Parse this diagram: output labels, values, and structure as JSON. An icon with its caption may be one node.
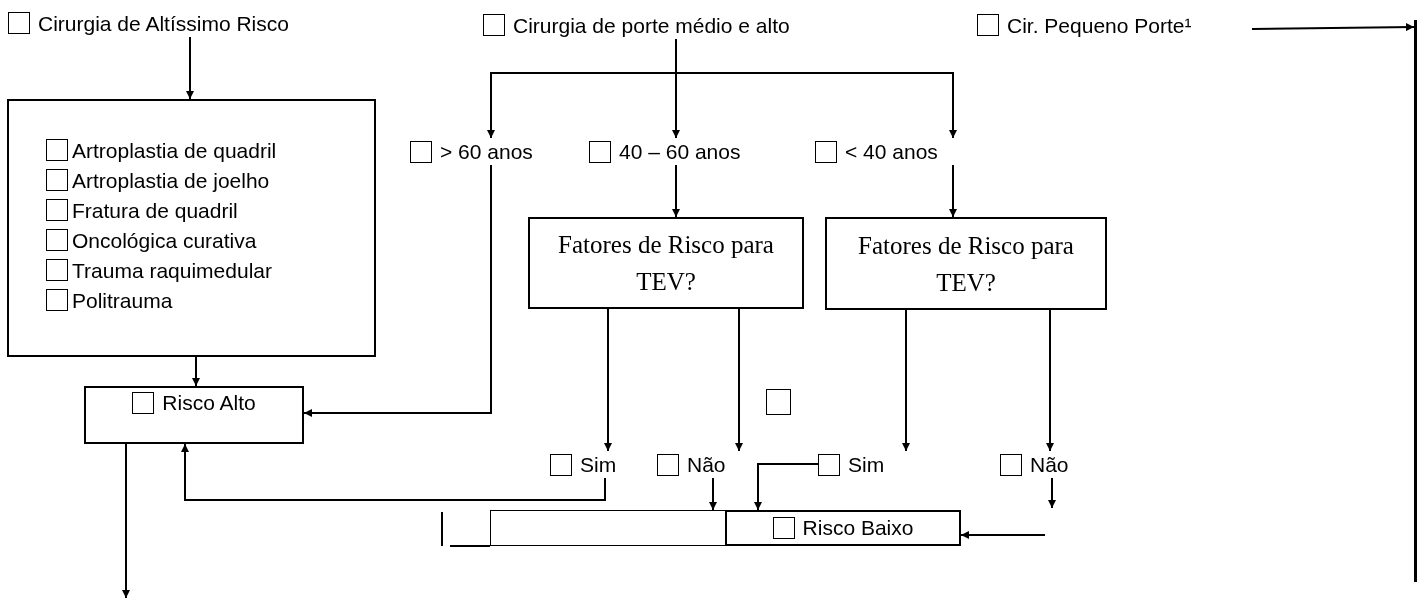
{
  "diagram": {
    "nodes": [
      {
        "text": [
          "Cirurgia de Altíssimo Risco"
        ]
      },
      {
        "text": [
          "Artroplastia de quadril",
          "Artroplastia de joelho",
          "Fratura de quadril",
          "Oncológica curativa",
          "Trauma raquimedular",
          "Politrauma"
        ]
      },
      {
        "text": [
          "Cirurgia de porte médio e alto"
        ]
      },
      {
        "text": [
          "Cir. Pequeno Porte¹"
        ]
      },
      {
        "text": [
          "> 60 anos"
        ]
      },
      {
        "text": [
          "40 – 60 anos"
        ]
      },
      {
        "text": [
          "< 40 anos"
        ]
      },
      {
        "text": [
          "Fatores de Risco para TEV?"
        ]
      },
      {
        "text": [
          "Fatores de Risco para TEV?"
        ]
      },
      {
        "text": [
          "Risco Alto"
        ]
      },
      {
        "text": [],
        "shape": "box"
      },
      {
        "text": [
          "Sim"
        ]
      },
      {
        "text": [
          "Não"
        ]
      },
      {
        "text": [
          "Sim"
        ]
      },
      {
        "text": [
          "Não"
        ]
      },
      {
        "text": [],
        "shape": "box"
      },
      {
        "text": [
          "Risco Baixo"
        ]
      },
      {
        "text": [],
        "shape": "bar"
      }
    ],
    "edges": [
      {
        "from": 0,
        "to": 1,
        "arrow": "to"
      },
      {
        "from": 1,
        "to": 9,
        "arrow": "to"
      },
      {
        "from": 2,
        "to": 4,
        "arrow": "to"
      },
      {
        "from": 2,
        "to": 5,
        "arrow": "to"
      },
      {
        "from": 2,
        "to": 6,
        "arrow": "to"
      },
      {
        "from": 4,
        "to": 9,
        "arrow": "to"
      },
      {
        "from": 5,
        "to": 7,
        "arrow": "to"
      },
      {
        "from": 6,
        "to": 8,
        "arrow": "to"
      },
      {
        "from": 7,
        "to": 11,
        "arrow": "to"
      },
      {
        "from": 7,
        "to": 12,
        "arrow": "to"
      },
      {
        "from": 8,
        "to": 13,
        "arrow": "to"
      },
      {
        "from": 8,
        "to": 14,
        "arrow": "to"
      },
      {
        "from": 11,
        "to": 9,
        "arrow": "to"
      },
      {
        "from": 12,
        "to": 15,
        "arrow": "to"
      },
      {
        "from": 13,
        "to": 16,
        "arrow": "to"
      },
      {
        "from": 14,
        "to": null,
        "arrow": "to"
      },
      {
        "from": null,
        "to": 16,
        "arrow": "to"
      },
      {
        "from": 9,
        "to": null,
        "arrow": "to"
      },
      {
        "from": 3,
        "to": 17,
        "arrow": "to"
      }
    ]
  }
}
